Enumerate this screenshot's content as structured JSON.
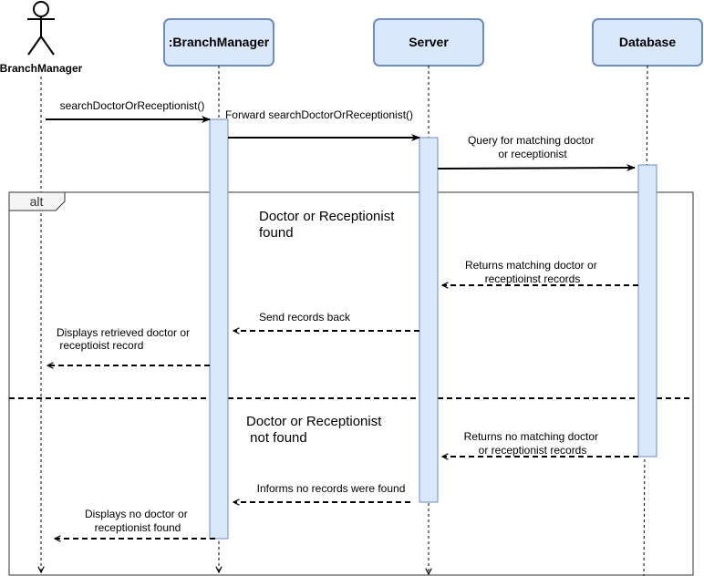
{
  "diagram": {
    "actor": {
      "name": "BranchManager"
    },
    "participants": [
      {
        "id": "branch-manager",
        "label": ":BranchManager"
      },
      {
        "id": "server",
        "label": "Server"
      },
      {
        "id": "database",
        "label": "Database"
      }
    ],
    "messages": {
      "m1": "searchDoctorOrReceptionist()",
      "m2": "Forward searchDoctorOrReceptionist()",
      "m3": [
        "Query for matching doctor",
        "or receptionist"
      ],
      "m4": [
        "Returns matching doctor or",
        "receptioinst records"
      ],
      "m5": "Send records back",
      "m6": [
        "Displays retrieved doctor or",
        " receptioist record"
      ],
      "m7": [
        "Returns no matching doctor",
        "or receptionist records"
      ],
      "m8": "Informs no records were found",
      "m9": [
        "Displays no doctor or",
        "receptionist found"
      ]
    },
    "alt": {
      "tag": "alt",
      "guard1": [
        "Doctor or Receptionist",
        "found"
      ],
      "guard2": [
        "Doctor or Receptionist",
        " not found"
      ]
    },
    "colors": {
      "box_fill": "#dae8fc",
      "box_stroke": "#6c8ebf",
      "line": "#000000"
    }
  }
}
